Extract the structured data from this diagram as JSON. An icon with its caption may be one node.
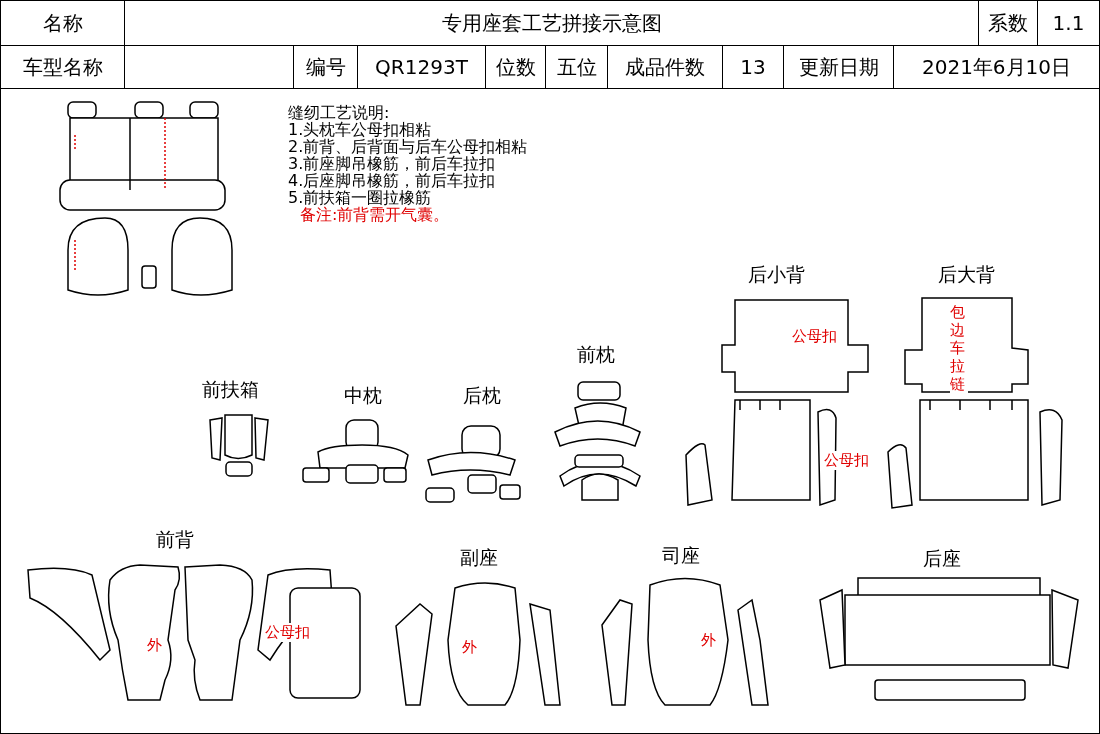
{
  "diagram": {
    "title": "专用座套工艺拼接示意图",
    "labels": [
      "名称",
      "系数",
      "1.1",
      "车型名称",
      "编号",
      "QR1293T",
      "位数",
      "五位",
      "成品件数",
      "13",
      "更新日期",
      "2021年6月10日",
      "缝纫工艺说明:",
      "1.头枕车公母扣相粘",
      "2.前背、后背面与后车公母扣相粘",
      "3.前座脚吊橡筋，前后车拉扣",
      "4.后座脚吊橡筋，前后车拉扣",
      "5.前扶箱一圈拉橡筋",
      "备注:前背需开气囊。",
      "后小背",
      "后大背",
      "公母扣",
      "包边车拉链",
      "前枕",
      "前扶箱",
      "中枕",
      "后枕",
      "公母扣",
      "前背",
      "副座",
      "司座",
      "后座",
      "外",
      "公母扣",
      "外",
      "外"
    ]
  }
}
